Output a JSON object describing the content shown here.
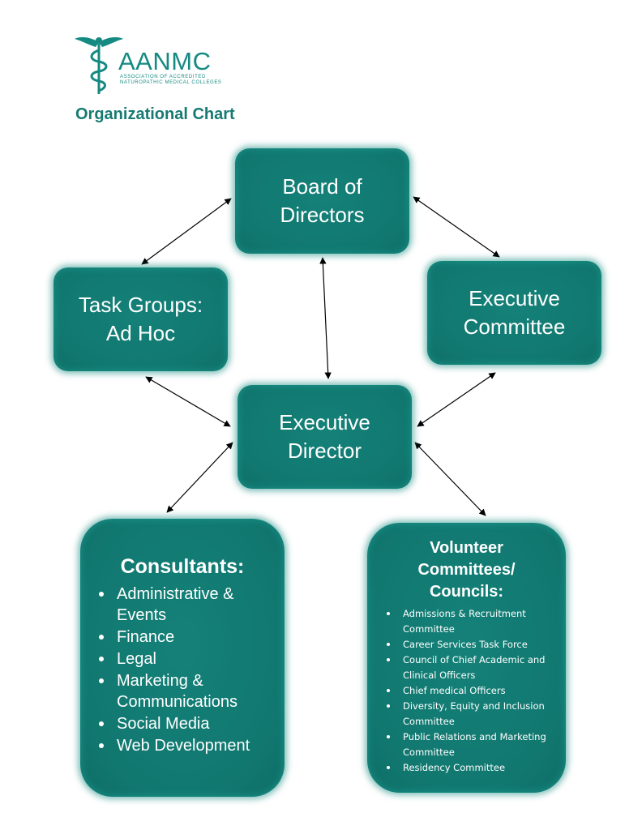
{
  "logo": {
    "wordmark": "AANMC",
    "subtitle_line1": "ASSOCIATION OF ACCREDITED",
    "subtitle_line2": "NATUROPATHIC MEDICAL COLLEGES",
    "color": "#158a82"
  },
  "title": "Organizational Chart",
  "nodes": {
    "board": {
      "line1": "Board of",
      "line2": "Directors"
    },
    "task_groups": {
      "line1": "Task Groups:",
      "line2": "Ad Hoc"
    },
    "executive_committee": {
      "line1": "Executive",
      "line2": "Committee"
    },
    "executive_director": {
      "line1": "Executive",
      "line2": "Director"
    },
    "consultants": {
      "heading": "Consultants:",
      "items": [
        "Administrative & Events",
        "Finance",
        "Legal",
        "Marketing & Communications",
        "Social Media",
        "Web Development"
      ]
    },
    "volunteer": {
      "heading_line1": "Volunteer",
      "heading_line2": "Committees/",
      "heading_line3": "Councils:",
      "items": [
        "Admissions & Recruitment Committee",
        "Career Services Task Force",
        "Council of Chief Academic and Clinical Officers",
        "Chief medical Officers",
        "Diversity, Equity and Inclusion Committee",
        "Public Relations and Marketing Committee",
        "Residency Committee"
      ]
    }
  },
  "connections": [
    [
      "board",
      "task_groups"
    ],
    [
      "board",
      "executive_committee"
    ],
    [
      "board",
      "executive_director"
    ],
    [
      "task_groups",
      "executive_director"
    ],
    [
      "executive_committee",
      "executive_director"
    ],
    [
      "executive_director",
      "consultants"
    ],
    [
      "executive_director",
      "volunteer"
    ]
  ],
  "colors": {
    "box_fill": "#117870",
    "title": "#167a72",
    "arrow": "#000000"
  }
}
